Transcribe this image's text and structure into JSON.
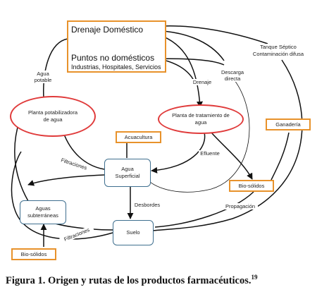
{
  "nodes": {
    "domestic": {
      "title": "Drenaje Doméstico",
      "subtitle": "Puntos no domésticos",
      "detail": "Industrias, Hospitales, Servicios"
    },
    "potabilization_plant": {
      "label": "Planta potabilizadora de agua"
    },
    "treatment_plant": {
      "label": "Planta de tratamiento de agua"
    },
    "aquaculture": {
      "label": "Acuacultura"
    },
    "livestock": {
      "label": "Ganadería"
    },
    "surface_water": {
      "label": "Agua Superficial"
    },
    "biosolids_right": {
      "label": "Bio-sólidos"
    },
    "groundwater": {
      "label": "Aguas subterráneas"
    },
    "soil": {
      "label": "Suelo"
    },
    "biosolids_left": {
      "label": "Bio-sólidos"
    }
  },
  "edge_labels": {
    "potable_water": "Agua potable",
    "drainage": "Drenaje",
    "direct_discharge": "Descarga directa",
    "septic_tank": "Tanque Séptico",
    "diffuse_contamination": "Contaminación difusa",
    "filtrations_top": "Filtraciones",
    "effluent": "Efluente",
    "overflows": "Desbordes",
    "propagation": "Propagación",
    "filtrations_bottom": "Filtraciones"
  },
  "caption": {
    "text": "Figura 1. Origen y rutas de los productos farmacéuticos.",
    "ref": "19"
  },
  "colors": {
    "orange_box": "#e8922b",
    "red_ellipse": "#e03b3b",
    "blue_box": "#3f6f8f",
    "line": "#111111"
  }
}
